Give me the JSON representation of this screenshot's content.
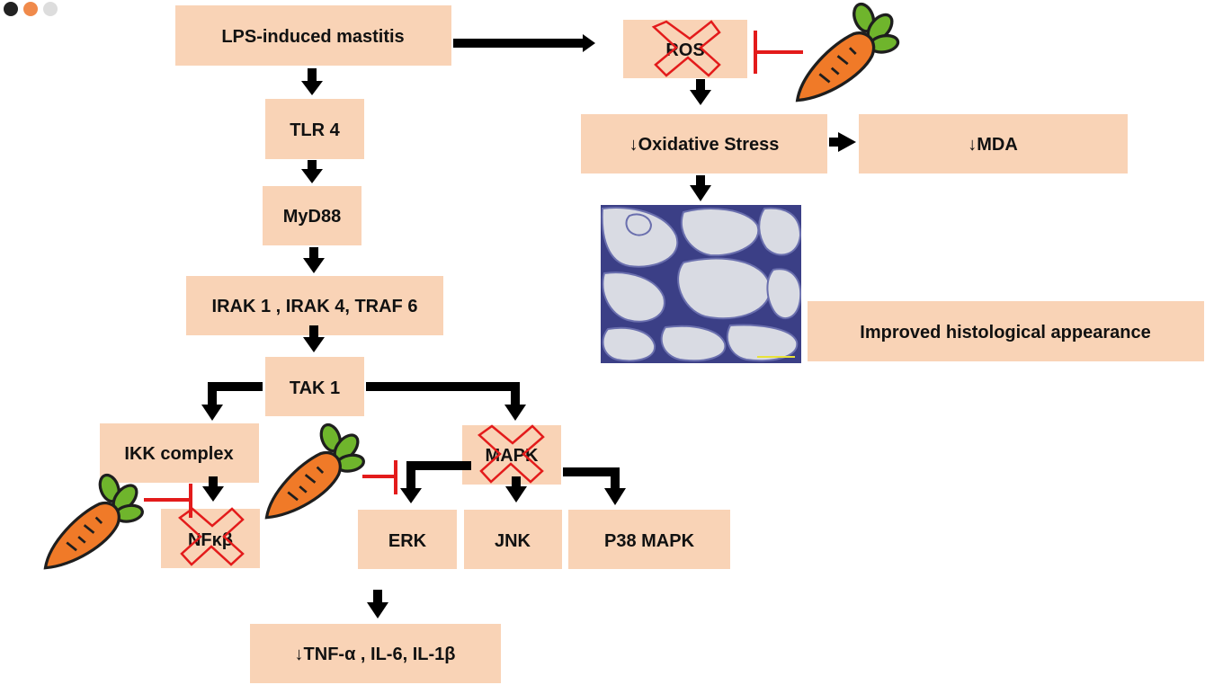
{
  "window_dots": [
    "#222222",
    "#f08a4b",
    "#dddddd"
  ],
  "nodes": {
    "lps": "LPS-induced mastitis",
    "tlr4": "TLR 4",
    "myd88": "MyD88",
    "irak": "IRAK 1 , IRAK 4, TRAF 6",
    "tak1": "TAK 1",
    "ikk": "IKK complex",
    "nfkb": "NFκβ",
    "mapk": "MAPK",
    "erk": "ERK",
    "jnk": "JNK",
    "p38": "P38 MAPK",
    "tnf": "↓TNF-α , IL-6, IL-1β",
    "ros": "ROS",
    "oxidative": "↓Oxidative Stress",
    "mda": "↓MDA",
    "histology": "Improved histological appearance"
  },
  "icons": {
    "carrot": "carrot-icon",
    "histology_image": "histology-micrograph"
  },
  "colors": {
    "box_fill": "#f9d3b6",
    "arrow": "#000000",
    "inhibition": "#e31b1b",
    "carrot_body": "#f07a28",
    "carrot_leaf": "#6fb52c"
  }
}
